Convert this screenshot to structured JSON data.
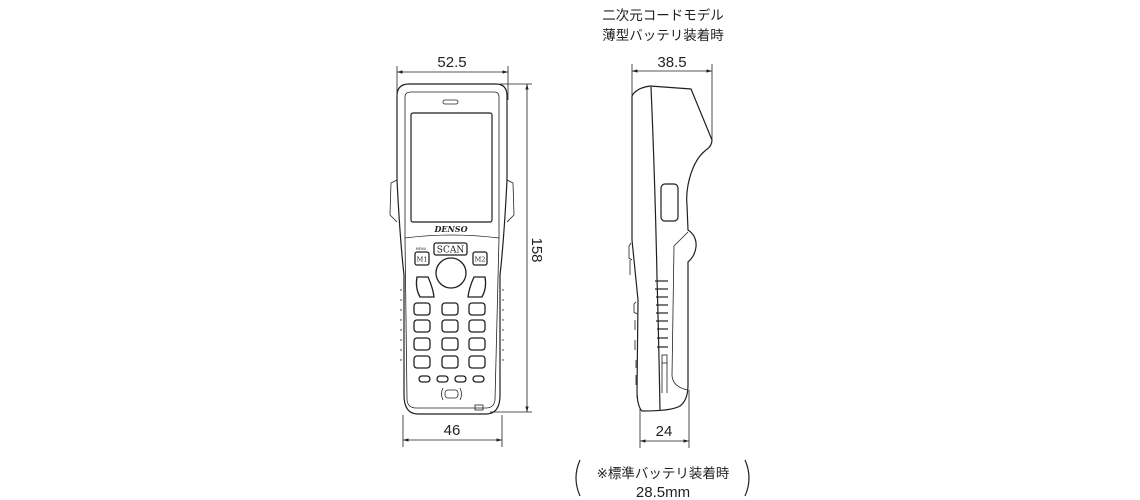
{
  "front_view": {
    "width_top": "52.5",
    "width_bottom": "46",
    "height": "158",
    "brand_logo": "DENSO",
    "scan_key": "SCAN",
    "m1_key": "M1",
    "m2_key": "M2",
    "menu_label": "MENU"
  },
  "side_view": {
    "title_line1": "二次元コードモデル",
    "title_line2": "薄型バッテリ装着時",
    "depth_top": "38.5",
    "depth_bottom": "24",
    "note_line1": "※標準バッテリ装着時",
    "note_line2": "28.5mm"
  }
}
